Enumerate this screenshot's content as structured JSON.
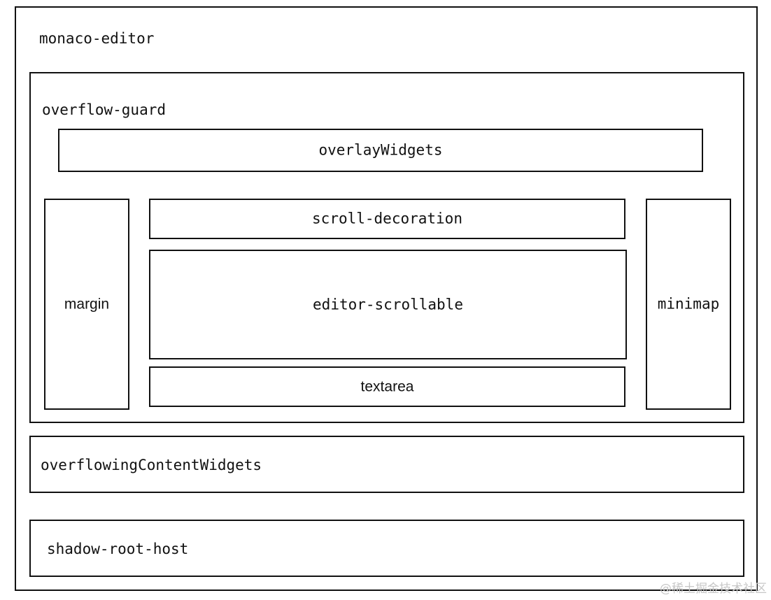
{
  "diagram": {
    "monaco_editor": "monaco-editor",
    "overflow_guard": "overflow-guard",
    "overlay_widgets": "overlayWidgets",
    "margin": "margin",
    "scroll_decoration": "scroll-decoration",
    "editor_scrollable": "editor-scrollable",
    "textarea": "textarea",
    "minimap": "minimap",
    "overflowing_content_widgets": "overflowingContentWidgets",
    "shadow_root_host": "shadow-root-host"
  },
  "watermark": "@稀土掘金技术社区",
  "colors": {
    "border": "#111111",
    "background": "#ffffff",
    "watermark": "#c7c7c7"
  }
}
